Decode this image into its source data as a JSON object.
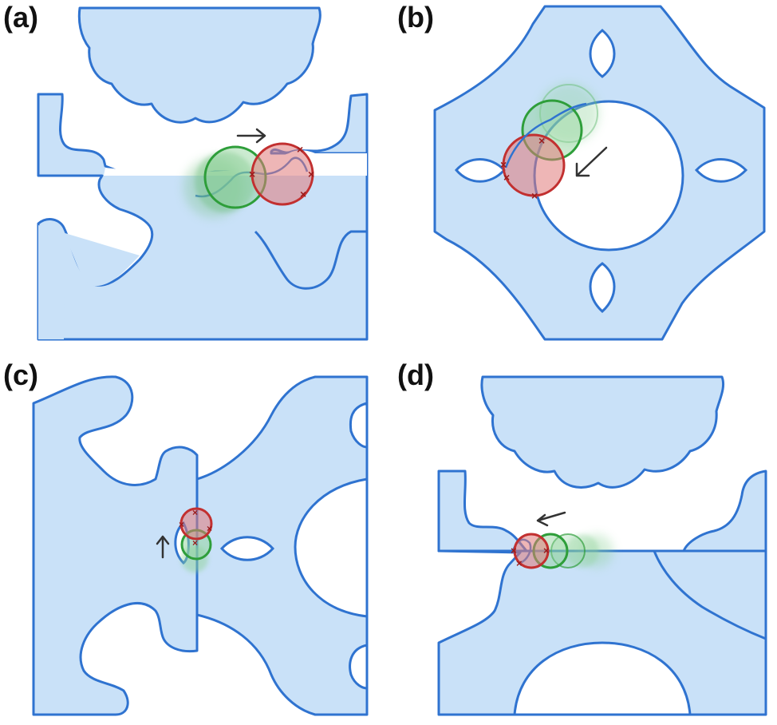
{
  "panels": [
    {
      "label": "(a)"
    },
    {
      "label": "(b)"
    },
    {
      "label": "(c)"
    },
    {
      "label": "(d)"
    }
  ],
  "colors": {
    "fill": "#c9e1f8",
    "outline": "#2f73d0",
    "red_circle": "#d94040",
    "green_circle": "#2e9e3a",
    "marker": "#9b1c1c",
    "arrow": "#333333"
  }
}
